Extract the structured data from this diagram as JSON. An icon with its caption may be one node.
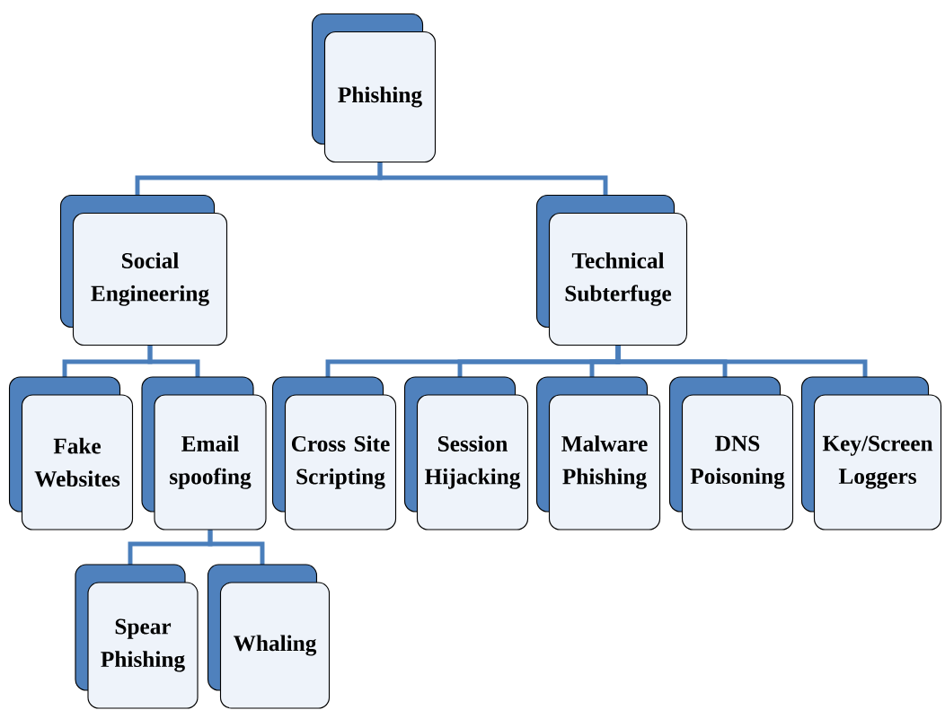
{
  "diagram": {
    "nodes": [
      {
        "text": [
          "Phishing"
        ]
      },
      {
        "text": [
          "Social Engineering"
        ]
      },
      {
        "text": [
          "Technical Subterfuge"
        ]
      },
      {
        "text": [
          "Fake Websites"
        ]
      },
      {
        "text": [
          "Email spoofing"
        ]
      },
      {
        "text": [
          "Cross Site Scripting"
        ]
      },
      {
        "text": [
          "Session Hijacking"
        ]
      },
      {
        "text": [
          "Malware Phishing"
        ]
      },
      {
        "text": [
          "DNS Poisoning"
        ]
      },
      {
        "text": [
          "Key/Screen Loggers"
        ]
      },
      {
        "text": [
          "Spear Phishing"
        ]
      },
      {
        "text": [
          "Whaling"
        ]
      }
    ],
    "edges": [
      {
        "from": 0,
        "to": 1,
        "arrow": "none"
      },
      {
        "from": 0,
        "to": 2,
        "arrow": "none"
      },
      {
        "from": 1,
        "to": 3,
        "arrow": "none"
      },
      {
        "from": 1,
        "to": 4,
        "arrow": "none"
      },
      {
        "from": 2,
        "to": 5,
        "arrow": "none"
      },
      {
        "from": 2,
        "to": 6,
        "arrow": "none"
      },
      {
        "from": 2,
        "to": 7,
        "arrow": "none"
      },
      {
        "from": 2,
        "to": 8,
        "arrow": "none"
      },
      {
        "from": 2,
        "to": 9,
        "arrow": "none"
      },
      {
        "from": 4,
        "to": 10,
        "arrow": "none"
      },
      {
        "from": 4,
        "to": 11,
        "arrow": "none"
      }
    ]
  }
}
